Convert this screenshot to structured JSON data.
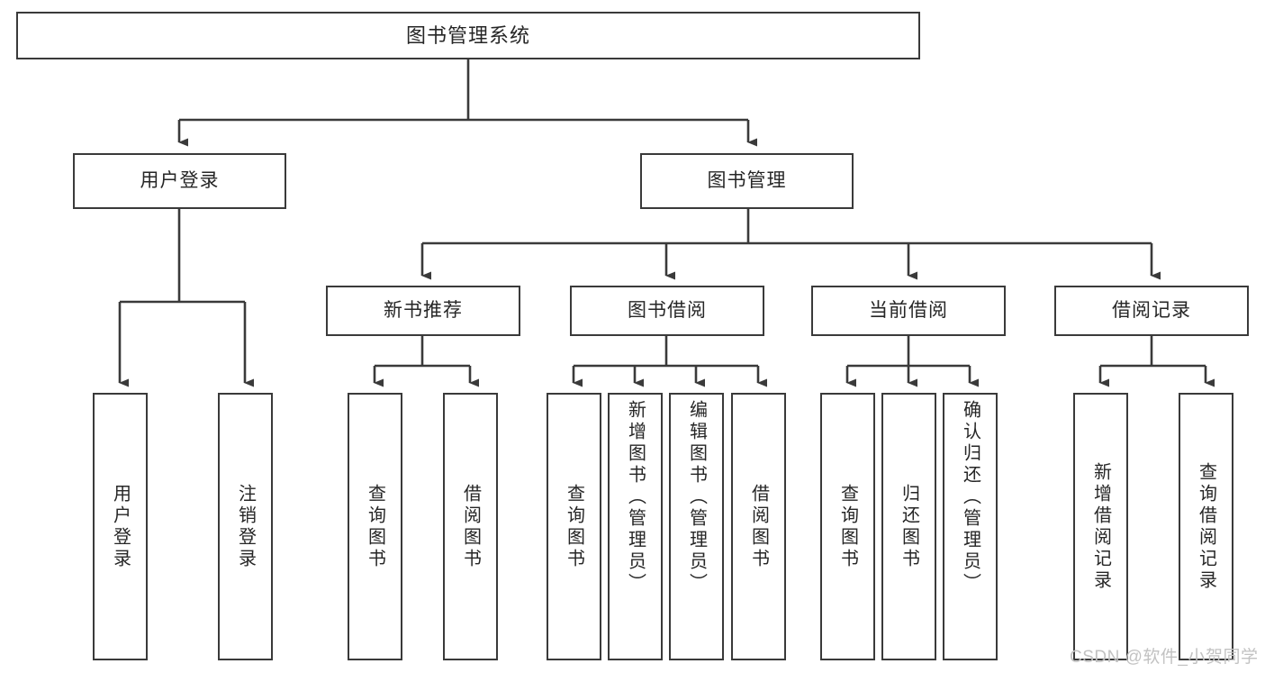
{
  "diagram": {
    "title": "图书管理系统",
    "line_color": "#3a3a3a",
    "text_color": "#262626",
    "box_fill": "#ffffff",
    "background": "#ffffff",
    "watermark": "CSDN @软件_小贺同学",
    "watermark_color": "#c2c2c2"
  },
  "nodes": {
    "root": {
      "label": "图书管理系统"
    },
    "level2": [
      {
        "label": "用户登录"
      },
      {
        "label": "图书管理"
      }
    ],
    "level3": [
      {
        "label": "新书推荐"
      },
      {
        "label": "图书借阅"
      },
      {
        "label": "当前借阅"
      },
      {
        "label": "借阅记录"
      }
    ],
    "leaves": {
      "user_login": [
        {
          "label": "用户登录"
        },
        {
          "label": "注销登录"
        }
      ],
      "new_book": [
        {
          "label": "查询图书"
        },
        {
          "label": "借阅图书"
        }
      ],
      "borrow": [
        {
          "label": "查询图书"
        },
        {
          "label": "新增图书（管理员）"
        },
        {
          "label": "编辑图书（管理员）"
        },
        {
          "label": "借阅图书"
        }
      ],
      "current": [
        {
          "label": "查询图书"
        },
        {
          "label": "归还图书"
        },
        {
          "label": "确认归还（管理员）"
        }
      ],
      "records": [
        {
          "label": "新增借阅记录"
        },
        {
          "label": "查询借阅记录"
        }
      ]
    }
  }
}
